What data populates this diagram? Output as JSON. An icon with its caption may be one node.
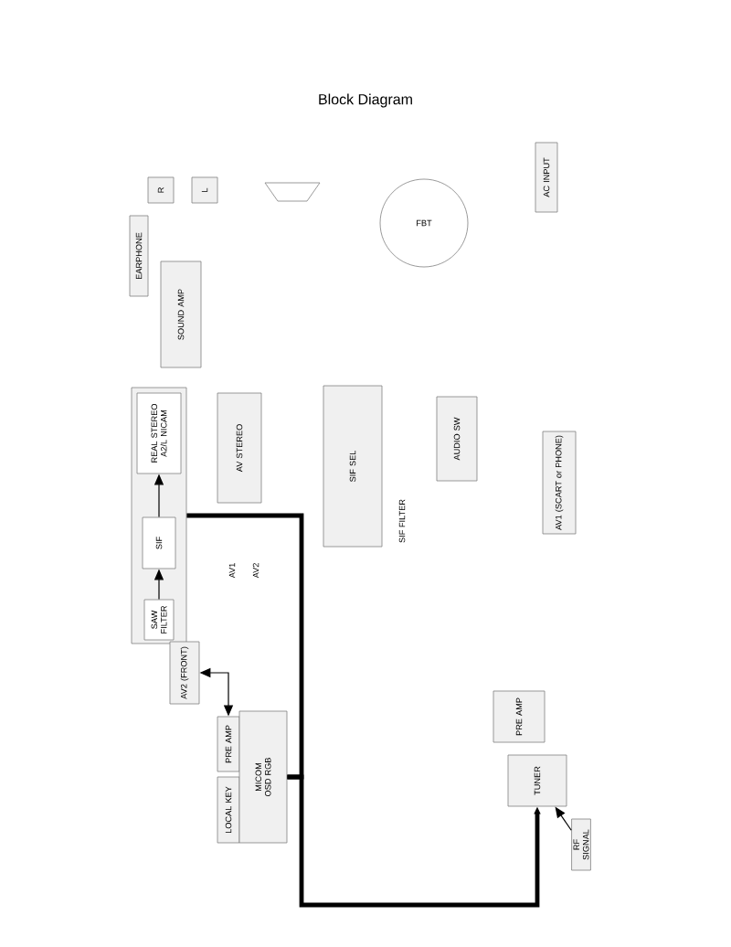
{
  "diagram": {
    "title": "Block Diagram",
    "nodes": [
      {
        "text": [
          "R"
        ]
      },
      {
        "text": [
          "L"
        ]
      },
      {
        "text": [
          "EARPHONE"
        ]
      },
      {
        "text": [
          "SOUND AMP"
        ]
      },
      {
        "text": [
          "FBT"
        ]
      },
      {
        "text": [
          "AC INPUT"
        ]
      },
      {
        "text": [],
        "shape": "box"
      },
      {
        "text": [
          "REAL STEREO A2/L NICAM"
        ],
        "in": 6
      },
      {
        "text": [
          "SIF"
        ],
        "in": 6
      },
      {
        "text": [
          "SAW FILTER"
        ],
        "in": 6
      },
      {
        "text": [
          "AV STEREO"
        ]
      },
      {
        "text": [
          "SIF SEL"
        ]
      },
      {
        "text": [
          "AUDIO SW"
        ]
      },
      {
        "text": [
          "AV1 (SCART or PHONE)"
        ]
      },
      {
        "text": [
          "AV2 (FRONT)"
        ]
      },
      {
        "text": [
          "PRE AMP"
        ]
      },
      {
        "text": [
          "LOCAL KEY"
        ]
      },
      {
        "text": [
          "MICOM",
          "OSD RGB"
        ]
      },
      {
        "text": [
          "PRE AMP"
        ]
      },
      {
        "text": [
          "TUNER"
        ]
      },
      {
        "text": [
          "RF SIGNAL"
        ]
      }
    ],
    "edges": [
      {
        "from": 9,
        "to": 8,
        "arrow": "to"
      },
      {
        "from": 8,
        "to": 7,
        "arrow": "to"
      },
      {
        "from": 17,
        "to": 6,
        "arrow": "none",
        "style": "thick"
      },
      {
        "from": 17,
        "to": 19,
        "arrow": "to",
        "style": "thick"
      },
      {
        "from": 14,
        "to": 15,
        "arrow": "both"
      },
      {
        "from": 20,
        "to": 19,
        "arrow": "to"
      }
    ],
    "labels": [
      "AV1",
      "AV2",
      "SIF FILTER"
    ]
  }
}
